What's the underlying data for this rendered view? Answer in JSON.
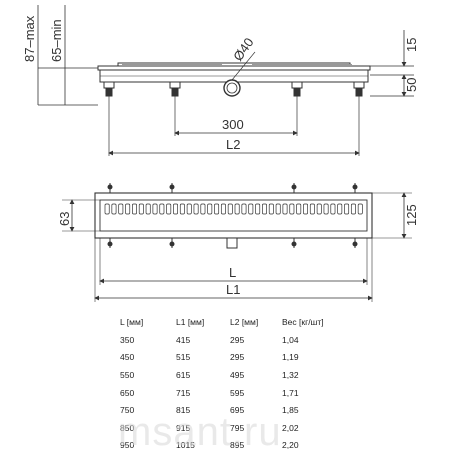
{
  "dimensions": {
    "height_max": "87–max",
    "height_min": "65–min",
    "pipe_diameter": "Ø40",
    "top_offset": "15",
    "base_height": "50",
    "flange_spacing": "300",
    "length_l2": "L2",
    "width_inner": "63",
    "width_outer": "125",
    "length_l": "L",
    "length_l1": "L1"
  },
  "table": {
    "headers": [
      "L [мм]",
      "L1 [мм]",
      "L2 [мм]",
      "Вес [кг/шт]"
    ],
    "rows": [
      [
        "350",
        "415",
        "295",
        "1,04"
      ],
      [
        "450",
        "515",
        "295",
        "1,19"
      ],
      [
        "550",
        "615",
        "495",
        "1,32"
      ],
      [
        "650",
        "715",
        "595",
        "1,71"
      ],
      [
        "750",
        "815",
        "695",
        "1,85"
      ],
      [
        "850",
        "915",
        "795",
        "2,02"
      ],
      [
        "950",
        "1015",
        "895",
        "2,20"
      ]
    ]
  },
  "watermark": "msant.ru"
}
